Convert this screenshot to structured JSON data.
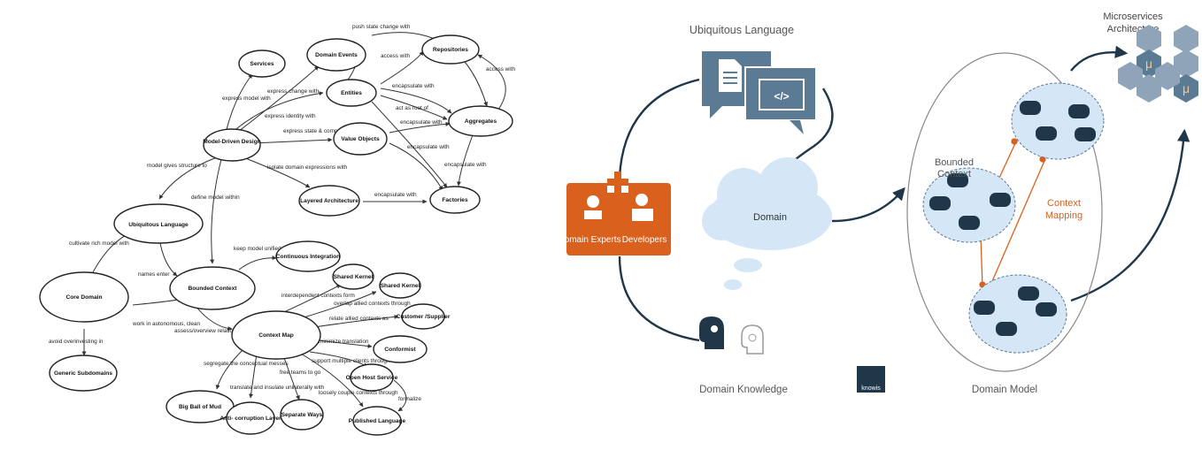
{
  "left_diagram": {
    "nodes": [
      {
        "id": "services",
        "label": "Services"
      },
      {
        "id": "domain_events",
        "label": "Domain Events"
      },
      {
        "id": "repositories",
        "label": "Repositories"
      },
      {
        "id": "entities",
        "label": "Entities"
      },
      {
        "id": "aggregates",
        "label": "Aggregates"
      },
      {
        "id": "mdd",
        "label": "Model-Driven Design"
      },
      {
        "id": "value_objects",
        "label": "Value Objects"
      },
      {
        "id": "layered",
        "label": "Layered Architecture"
      },
      {
        "id": "factories",
        "label": "Factories"
      },
      {
        "id": "ubiquitous",
        "label": "Ubiquitous Language"
      },
      {
        "id": "continuous",
        "label": "Continuous Integration"
      },
      {
        "id": "core_domain",
        "label": "Core Domain"
      },
      {
        "id": "bounded",
        "label": "Bounded Context"
      },
      {
        "id": "shared1",
        "label": "Shared Kernel"
      },
      {
        "id": "shared2",
        "label": "Shared Kernel"
      },
      {
        "id": "customer",
        "label": "Customer /Supplier"
      },
      {
        "id": "context_map",
        "label": "Context Map"
      },
      {
        "id": "conformist",
        "label": "Conformist"
      },
      {
        "id": "generic",
        "label": "Generic Subdomains"
      },
      {
        "id": "open_host",
        "label": "Open Host Service"
      },
      {
        "id": "big_ball",
        "label": "Big Ball of Mud"
      },
      {
        "id": "anti_corruption",
        "label": "Anti- corruption Layer"
      },
      {
        "id": "separate",
        "label": "Separate Ways"
      },
      {
        "id": "published",
        "label": "Published Language"
      }
    ],
    "edge_labels": [
      "push state change with",
      "access with",
      "access with",
      "express model with",
      "express change with",
      "encapsulate with",
      "act as root of",
      "express identity with",
      "encapsulate with",
      "express state & computation with",
      "encapsulate with",
      "model gives structure to",
      "isolate domain expressions with",
      "encapsulate with",
      "define model within",
      "encapsulate with",
      "cultivate rich model with",
      "keep model unified by",
      "names enter",
      "interdependent contexts form",
      "overlap allied contexts through",
      "relate allied contexts as",
      "work in autonomous, clean",
      "assess/overview relationships with",
      "minimize translation",
      "avoid overinvesting in",
      "segregate the conceptual messes",
      "support multiple clients through",
      "free teams to go",
      "translate and insulate unilaterally with",
      "loosely couple contexts through",
      "formalize"
    ]
  },
  "right_diagram": {
    "ubiquitous_language": "Ubiquitous Language",
    "domain_experts": "Domain Experts",
    "developers": "Developers",
    "domain": "Domain",
    "domain_knowledge": "Domain Knowledge",
    "bounded_context": "Bounded Context",
    "context_mapping": "Context Mapping",
    "domain_model": "Domain Model",
    "microservices": "Microservices Architecture",
    "micro_symbol": "μ",
    "logo": "knowis",
    "colors": {
      "accent": "#d9601d",
      "slate": "#5b7a94",
      "cloud": "#d5e6f6",
      "dark": "#1f3748",
      "gray": "#555555"
    }
  }
}
